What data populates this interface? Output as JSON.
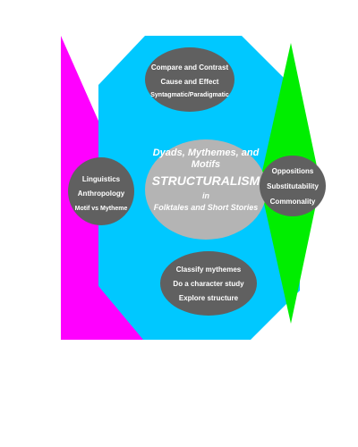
{
  "colors": {
    "triangle": "#ff00ff",
    "octagon": "#00c8ff",
    "diamond": "#00ee00",
    "ellipse": "#606060",
    "center_circle": "#b4b4b4",
    "text": "#ffffff"
  },
  "center": {
    "line1": "Dyads, Mythemes, and",
    "line2": "Motifs",
    "title": "STRUCTURALISM",
    "line4": "in",
    "line5": "Folktales and Short Stories"
  },
  "top_ellipse": {
    "line1": "Compare and Contrast",
    "line2": "Cause and Effect",
    "line3": "Syntagmatic/Paradigmatic"
  },
  "left_ellipse": {
    "line1": "Linguistics",
    "line2": "Anthropology",
    "line3": "Motif vs Mytheme"
  },
  "right_ellipse": {
    "line1": "Oppositions",
    "line2": "Substitutability",
    "line3": "Commonality"
  },
  "bottom_ellipse": {
    "line1": "Classify mythemes",
    "line2": "Do a character study",
    "line3": "Explore  structure"
  }
}
